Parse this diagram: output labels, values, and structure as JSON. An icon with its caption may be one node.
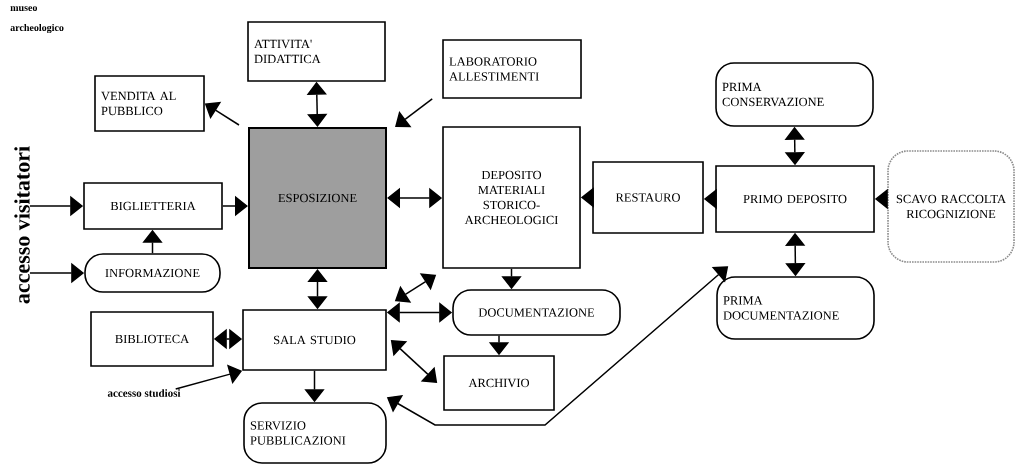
{
  "diagram": {
    "nodes": [
      {
        "text": [
          "ATTIVITA' DIDATTICA"
        ]
      },
      {
        "text": [
          "VENDITA AL PUBBLICO"
        ]
      },
      {
        "text": [
          "LABORATORIO ALLESTIMENTI"
        ]
      },
      {
        "text": [
          "PRIMA CONSERVAZIONE"
        ]
      },
      {
        "text": [
          "ESPOSIZIONE"
        ]
      },
      {
        "text": [
          "BIGLIETTERIA"
        ]
      },
      {
        "text": [
          "DEPOSITO MATERIALI STORICO-ARCHEOLOGICI"
        ]
      },
      {
        "text": [
          "RESTAURO"
        ]
      },
      {
        "text": [
          "PRIMO DEPOSITO"
        ]
      },
      {
        "text": [
          "SCAVO RACCOLTA RICOGNIZIONE"
        ]
      },
      {
        "text": [
          "INFORMAZIONE"
        ]
      },
      {
        "text": [
          "DOCUMENTAZIONE"
        ]
      },
      {
        "text": [
          "PRIMA DOCUMENTAZIONE"
        ]
      },
      {
        "text": [
          "BIBLIOTECA"
        ]
      },
      {
        "text": [
          "SALA STUDIO"
        ]
      },
      {
        "text": [
          "ARCHIVIO"
        ]
      },
      {
        "text": [
          "SERVIZIO PUBBLICAZIONI"
        ]
      },
      {
        "text": [
          "accesso visitatori"
        ]
      },
      {
        "text": [
          "accesso studiosi"
        ]
      }
    ],
    "edges": [
      {
        "from": 4,
        "to": 1,
        "arrow": "to"
      },
      {
        "from": 0,
        "to": 4,
        "arrow": "both"
      },
      {
        "from": 2,
        "to": 4,
        "arrow": "to"
      },
      {
        "from": 17,
        "to": 5,
        "arrow": "to"
      },
      {
        "from": 17,
        "to": 10,
        "arrow": "to"
      },
      {
        "from": 5,
        "to": 4,
        "arrow": "to"
      },
      {
        "from": 10,
        "to": 5,
        "arrow": "to"
      },
      {
        "from": 4,
        "to": 6,
        "arrow": "both"
      },
      {
        "from": 7,
        "to": 6,
        "arrow": "to"
      },
      {
        "from": 8,
        "to": 7,
        "arrow": "to"
      },
      {
        "from": 9,
        "to": 8,
        "arrow": "to"
      },
      {
        "from": 3,
        "to": 8,
        "arrow": "both"
      },
      {
        "from": 8,
        "to": 12,
        "arrow": "both"
      },
      {
        "from": 4,
        "to": 14,
        "arrow": "both"
      },
      {
        "from": 13,
        "to": 14,
        "arrow": "both"
      },
      {
        "from": 14,
        "to": 16,
        "arrow": "to"
      },
      {
        "from": 18,
        "to": 14,
        "arrow": "to"
      },
      {
        "from": 6,
        "to": 11,
        "arrow": "to"
      },
      {
        "from": 11,
        "to": 15,
        "arrow": "to"
      },
      {
        "from": 14,
        "to": 6,
        "arrow": "both"
      },
      {
        "from": 14,
        "to": 11,
        "arrow": "both"
      },
      {
        "from": 14,
        "to": 15,
        "arrow": "both"
      },
      {
        "from": 16,
        "to": 12,
        "arrow": "both"
      }
    ],
    "labels": [
      "museo archeologico"
    ]
  }
}
